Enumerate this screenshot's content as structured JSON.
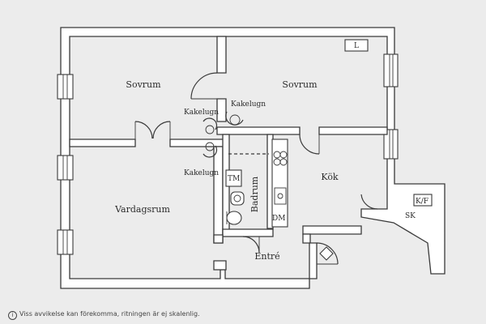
{
  "rooms": {
    "sovrum_left": "Sovrum",
    "sovrum_right": "Sovrum",
    "vardagsrum": "Vardagsrum",
    "kok": "Kök",
    "badrum": "Badrum",
    "entre": "Entré"
  },
  "fixtures": {
    "kakelugn_1": "Kakelugn",
    "kakelugn_2": "Kakelugn",
    "kakelugn_3": "Kakelugn",
    "tm": "TM",
    "dm": "DM",
    "kf": "K/F",
    "sk": "SK",
    "l": "L"
  },
  "disclaimer": {
    "icon": "info-icon",
    "text": "Viss avvikelse kan förekomma, ritningen är ej skalenlig."
  }
}
